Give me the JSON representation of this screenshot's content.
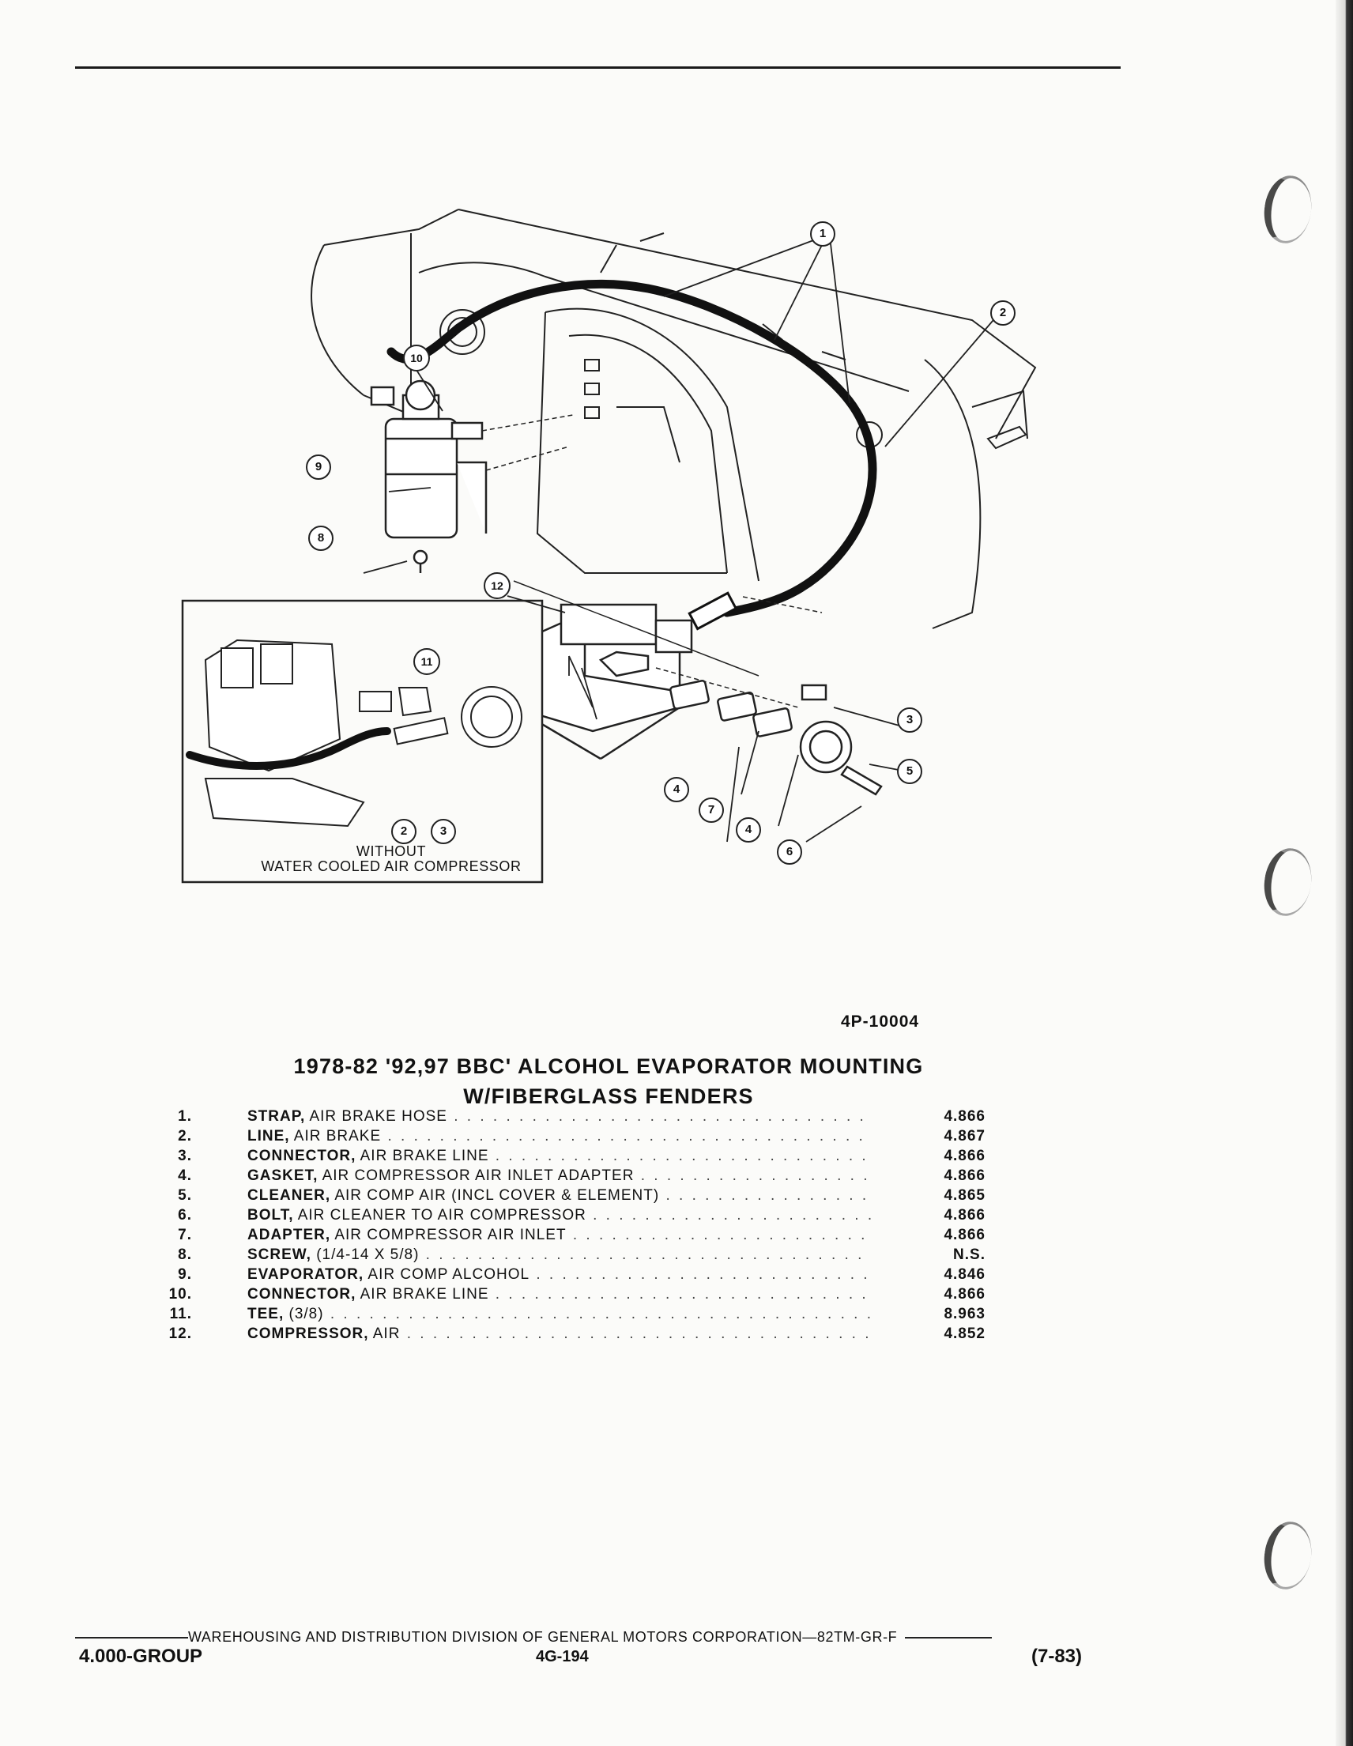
{
  "figure": {
    "code": "4P-10004",
    "inset_caption_line1": "WITHOUT",
    "inset_caption_line2": "WATER COOLED AIR COMPRESSOR",
    "callouts": [
      "1",
      "2",
      "3",
      "4",
      "5",
      "6",
      "7",
      "8",
      "9",
      "10",
      "11",
      "12"
    ]
  },
  "title": {
    "line1": "1978-82 '92,97 BBC' ALCOHOL EVAPORATOR MOUNTING",
    "line2": "W/FIBERGLASS FENDERS"
  },
  "parts": [
    {
      "num": "1.",
      "name": "STRAP,",
      "detail": " AIR BRAKE HOSE",
      "ref": "4.866"
    },
    {
      "num": "2.",
      "name": "LINE,",
      "detail": " AIR BRAKE",
      "ref": "4.867"
    },
    {
      "num": "3.",
      "name": "CONNECTOR,",
      "detail": " AIR BRAKE LINE",
      "ref": "4.866"
    },
    {
      "num": "4.",
      "name": "GASKET,",
      "detail": " AIR COMPRESSOR AIR INLET ADAPTER",
      "ref": "4.866"
    },
    {
      "num": "5.",
      "name": "CLEANER,",
      "detail": " AIR COMP AIR (INCL COVER & ELEMENT)",
      "ref": "4.865"
    },
    {
      "num": "6.",
      "name": "BOLT,",
      "detail": " AIR CLEANER TO AIR COMPRESSOR",
      "ref": "4.866"
    },
    {
      "num": "7.",
      "name": "ADAPTER,",
      "detail": " AIR COMPRESSOR AIR INLET",
      "ref": "4.866"
    },
    {
      "num": "8.",
      "name": "SCREW,",
      "detail": " (1/4-14 X 5/8)",
      "ref": "N.S."
    },
    {
      "num": "9.",
      "name": "EVAPORATOR,",
      "detail": " AIR COMP ALCOHOL",
      "ref": "4.846"
    },
    {
      "num": "10.",
      "name": "CONNECTOR,",
      "detail": " AIR BRAKE LINE",
      "ref": "4.866"
    },
    {
      "num": "11.",
      "name": "TEE,",
      "detail": " (3/8)",
      "ref": "8.963"
    },
    {
      "num": "12.",
      "name": "COMPRESSOR,",
      "detail": " AIR",
      "ref": "4.852"
    }
  ],
  "footer": {
    "division": "WAREHOUSING AND DISTRIBUTION DIVISION OF GENERAL MOTORS CORPORATION—82TM-GR-F",
    "group": "4.000-GROUP",
    "page": "4G-194",
    "date": "(7-83)"
  }
}
